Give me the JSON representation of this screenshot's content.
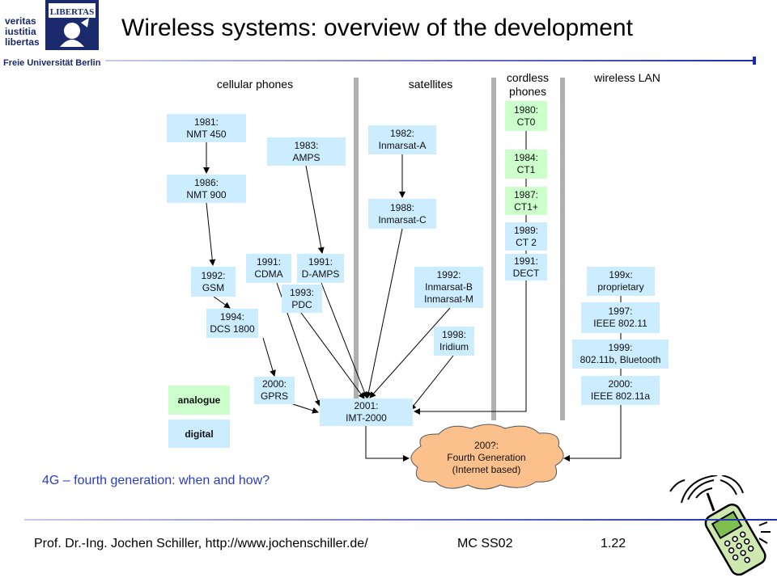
{
  "header": {
    "title": "Wireless systems: overview of the development",
    "logo": {
      "motto_lines": [
        "veritas",
        "iustitia",
        "libertas"
      ],
      "seal_text": "LIBERTAS",
      "university": "Freie Universität Berlin"
    }
  },
  "columns": {
    "cellular": "cellular phones",
    "satellites": "satellites",
    "cordless_line1": "cordless",
    "cordless_line2": "phones",
    "wlan": "wireless LAN"
  },
  "nodes": {
    "nmt450": {
      "l1": "1981:",
      "l2": "NMT 450"
    },
    "ampsnode": {
      "l1": "1983:",
      "l2": "AMPS"
    },
    "nmt900": {
      "l1": "1986:",
      "l2": "NMT 900"
    },
    "gsm": {
      "l1": "1992:",
      "l2": "GSM"
    },
    "cdma": {
      "l1": "1991:",
      "l2": "CDMA"
    },
    "damps": {
      "l1": "1991:",
      "l2": "D-AMPS"
    },
    "pdc": {
      "l1": "1993:",
      "l2": "PDC"
    },
    "dcs": {
      "l1": "1994:",
      "l2": "DCS 1800"
    },
    "gprs": {
      "l1": "2000:",
      "l2": "GPRS"
    },
    "inmA": {
      "l1": "1982:",
      "l2": "Inmarsat-A"
    },
    "inmC": {
      "l1": "1988:",
      "l2": "Inmarsat-C"
    },
    "inmBM": {
      "l1": "1992:",
      "l2": "Inmarsat-B",
      "l3": "Inmarsat-M"
    },
    "iridium": {
      "l1": "1998:",
      "l2": "Iridium"
    },
    "imt": {
      "l1": "2001:",
      "l2": "IMT-2000"
    },
    "ct0": {
      "l1": "1980:",
      "l2": "CT0"
    },
    "ct1": {
      "l1": "1984:",
      "l2": "CT1"
    },
    "ct1p": {
      "l1": "1987:",
      "l2": "CT1+"
    },
    "ct2": {
      "l1": "1989:",
      "l2": "CT 2"
    },
    "dect": {
      "l1": "1991:",
      "l2": "DECT"
    },
    "prop": {
      "l1": "199x:",
      "l2": "proprietary"
    },
    "ieee80211": {
      "l1": "1997:",
      "l2": "IEEE 802.11"
    },
    "bt": {
      "l1": "1999:",
      "l2": "802.11b, Bluetooth"
    },
    "ieee80211a": {
      "l1": "2000:",
      "l2": "IEEE 802.11a"
    }
  },
  "cloud": {
    "l1": "200?:",
    "l2": "Fourth Generation",
    "l3": "(Internet based)"
  },
  "legend": {
    "analogue": "analogue",
    "digital": "digital"
  },
  "question": "4G – fourth generation: when and how?",
  "footer": {
    "author": "Prof. Dr.-Ing. Jochen Schiller, http://www.jochenschiller.de/",
    "course": "MC SS02",
    "page": "1.22"
  },
  "colors": {
    "digital_box": "#ccecff",
    "analogue_box": "#ccffcc",
    "cloud": "#fbc08c",
    "question": "#2a3dc0",
    "accent_line": "#1f2ca8"
  },
  "icons": [
    "university-seal-icon",
    "mobile-phone-clipart-icon"
  ]
}
